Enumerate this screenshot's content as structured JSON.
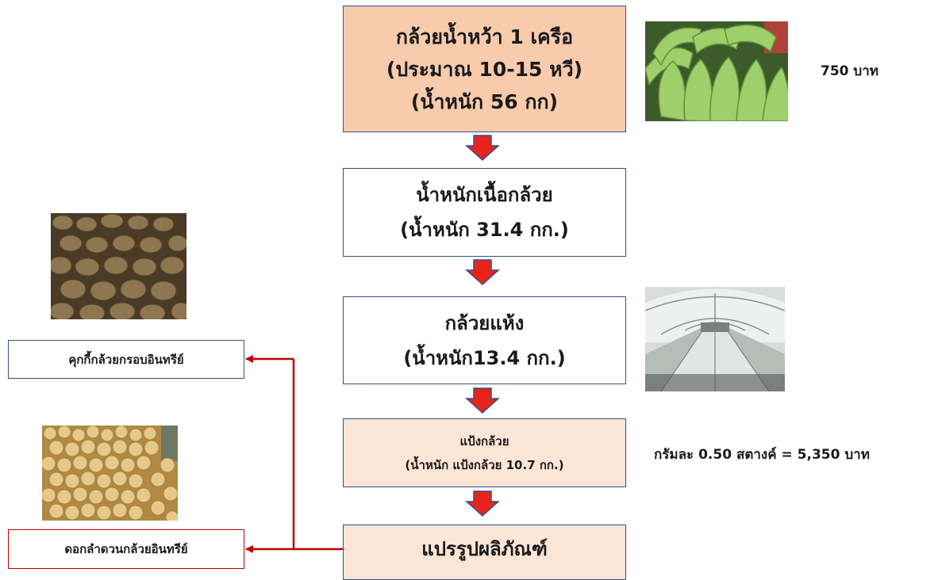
{
  "flow": {
    "step1": {
      "line1": "กล้วยน้ำหว้า 1 เครือ",
      "line2": "(ประมาณ 10-15 หวี)",
      "line3": "(น้ำหนัก  56   กก)"
    },
    "step2": {
      "line1": "น้ำหนักเนื้อกล้วย",
      "line2": "(น้ำหนัก  31.4 กก.)"
    },
    "step3": {
      "line1": "กล้วยแห้ง",
      "line2": "(น้ำหนัก13.4 กก.)"
    },
    "step4": {
      "line1": "แป้งกล้วย",
      "line2": "(น้ำหนัก  แป้งกล้วย 10.7 กก.)"
    },
    "step5": {
      "label": "แปรรูปผลิภัณฑ์"
    }
  },
  "products": {
    "cookie": "คุกกี้กล้วยกรอบอินทรีย์",
    "flower": "ดอกลำดวนกล้วยอินทรีย์"
  },
  "prices": {
    "bunch": "750 บาท",
    "flour": "กรัมละ 0.50 สตางค์ = 5,350 บาท"
  },
  "colors": {
    "down_arrow_fill": "#e8231c",
    "down_arrow_outline": "#2f528f",
    "connector": "#c00000",
    "step1_bg": "#f8cbad",
    "step45_bg": "#fbe5d6",
    "box_border": "#2f528f"
  }
}
